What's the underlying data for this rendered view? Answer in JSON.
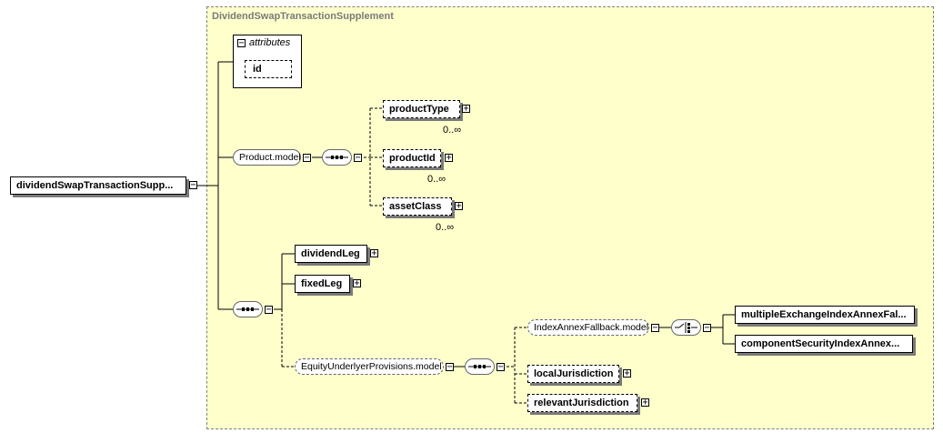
{
  "root": {
    "name": "dividendSwapTransactionSupp...",
    "collapse_symbol": "−"
  },
  "type_group": {
    "title": "DividendSwapTransactionSupplement"
  },
  "attributes": {
    "header": "attributes",
    "items": [
      "id"
    ],
    "collapse_symbol": "−"
  },
  "product_model": {
    "label": "Product.model",
    "children": [
      {
        "name": "productType",
        "occurrence": "0..∞"
      },
      {
        "name": "productId",
        "occurrence": "0..∞"
      },
      {
        "name": "assetClass",
        "occurrence": "0..∞"
      }
    ]
  },
  "sequence_elements": [
    "dividendLeg",
    "fixedLeg"
  ],
  "equity_model": {
    "label": "EquityUnderlyerProvisions.model",
    "index_annex": {
      "label": "IndexAnnexFallback.model",
      "choices": [
        "multipleExchangeIndexAnnexFal...",
        "componentSecurityIndexAnnex..."
      ]
    },
    "jurisdictions": [
      "localJurisdiction",
      "relevantJurisdiction"
    ]
  },
  "symbols": {
    "expand": "+",
    "collapse": "−"
  }
}
